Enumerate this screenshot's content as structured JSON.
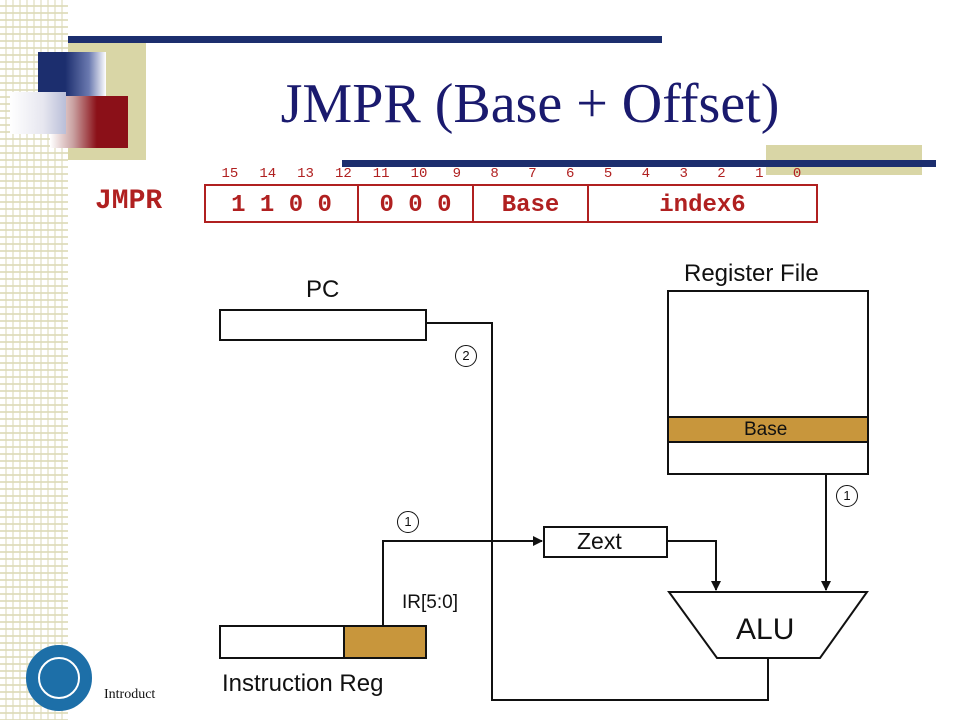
{
  "slide": {
    "title": "JMPR (Base + Offset)",
    "footer": "Introduct"
  },
  "encoding": {
    "instruction": "JMPR",
    "bit_numbers": [
      "15",
      "14",
      "13",
      "12",
      "11",
      "10",
      "9",
      "8",
      "7",
      "6",
      "5",
      "4",
      "3",
      "2",
      "1",
      "0"
    ],
    "fields": [
      "1 1 0 0",
      "0 0 0",
      "Base",
      "index6"
    ]
  },
  "diagram": {
    "pc_label": "PC",
    "register_file_label": "Register File",
    "base_label": "Base",
    "zext_label": "Zext",
    "alu_label": "ALU",
    "ir_field_label": "IR[5:0]",
    "instruction_reg_label": "Instruction Reg",
    "step_pc": "2",
    "step_base": "1",
    "step_ir": "1"
  },
  "colors": {
    "title": "#1a1a6e",
    "encoding": "#b02020",
    "highlight": "#c8963c",
    "deco_navy": "#1c2e6e",
    "deco_red": "#8b1018",
    "deco_tan": "#d9d6a6"
  }
}
